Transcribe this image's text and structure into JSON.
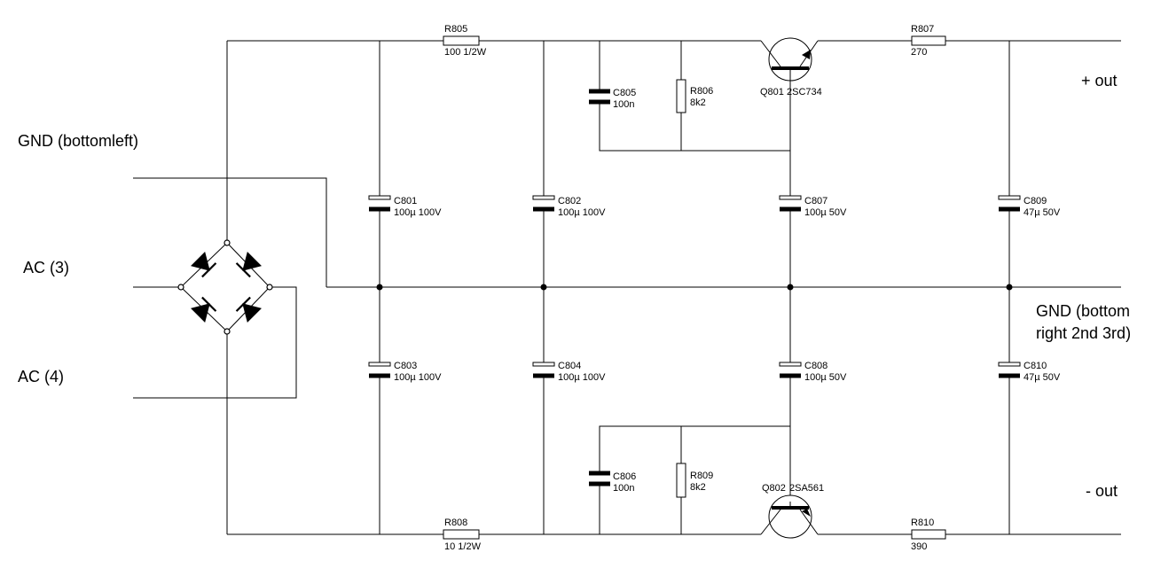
{
  "labels": {
    "gnd_bottomleft": "GND (bottomleft)",
    "ac3": "AC (3)",
    "ac4": "AC (4)",
    "plus_out": "+ out",
    "minus_out": "- out",
    "gnd_right_line1": "GND (bottom",
    "gnd_right_line2": "right 2nd 3rd)"
  },
  "components": {
    "R805": {
      "ref": "R805",
      "value": "100 1/2W"
    },
    "R806": {
      "ref": "R806",
      "value": "8k2"
    },
    "R807": {
      "ref": "R807",
      "value": "270"
    },
    "R808": {
      "ref": "R808",
      "value": "10 1/2W"
    },
    "R809": {
      "ref": "R809",
      "value": "8k2"
    },
    "R810": {
      "ref": "R810",
      "value": "390"
    },
    "C801": {
      "ref": "C801",
      "value": "100µ 100V"
    },
    "C802": {
      "ref": "C802",
      "value": "100µ 100V"
    },
    "C803": {
      "ref": "C803",
      "value": "100µ 100V"
    },
    "C804": {
      "ref": "C804",
      "value": "100µ 100V"
    },
    "C805": {
      "ref": "C805",
      "value": "100n"
    },
    "C806": {
      "ref": "C806",
      "value": "100n"
    },
    "C807": {
      "ref": "C807",
      "value": "100µ 50V"
    },
    "C808": {
      "ref": "C808",
      "value": "100µ 50V"
    },
    "C809": {
      "ref": "C809",
      "value": "47µ 50V"
    },
    "C810": {
      "ref": "C810",
      "value": "47µ 50V"
    },
    "Q801": {
      "ref": "Q801",
      "value": "2SC734"
    },
    "Q802": {
      "ref": "Q802",
      "value": "2SA561"
    }
  }
}
